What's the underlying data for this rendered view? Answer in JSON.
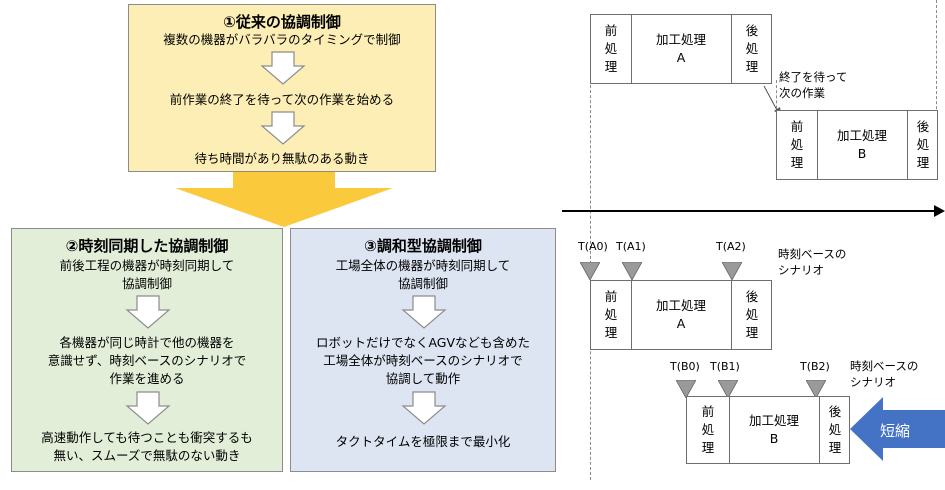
{
  "panel1": {
    "title": "①従来の協調制御",
    "lines": [
      "複数の機器がバラバラのタイミングで制御",
      "前作業の終了を待って次の作業を始める",
      "待ち時間があり無駄のある動き"
    ]
  },
  "panel2": {
    "title": "②時刻同期した協調制御",
    "lines": [
      "前後工程の機器が時刻同期して\n協調制御",
      "各機器が同じ時計で他の機器を\n意識せず、時刻ベースのシナリオで\n作業を進める",
      "高速動作しても待つことも衝突するも\n無い、スムーズで無駄のない動き"
    ]
  },
  "panel3": {
    "title": "③調和型協調制御",
    "lines": [
      "工場全体の機器が時刻同期して\n協調制御",
      "ロボットだけでなくAGVなども含めた\n工場全体が時刻ベースのシナリオで\n協調して動作",
      "タクトタイムを極限まで最小化"
    ]
  },
  "process": {
    "pre": "前\n処\n理",
    "main_a": "加工処理\nA",
    "main_b": "加工処理\nB",
    "post": "後\n処\n理"
  },
  "labels": {
    "wait_note": "終了を待って\n次の作業",
    "scenario": "時刻ベースの\nシナリオ",
    "shorten": "短縮"
  },
  "times": {
    "a0": "T(A0)",
    "a1": "T(A1)",
    "a2": "T(A2)",
    "b0": "T(B0)",
    "b1": "T(B1)",
    "b2": "T(B2)"
  },
  "colors": {
    "panel1_bg": "#fdeeb6",
    "panel2_bg": "#e2eed8",
    "panel3_bg": "#dde4f2",
    "big_arrow": "#fbc93c",
    "triangle": "#9a9a9a",
    "shorten_arrow": "#4472c4"
  }
}
